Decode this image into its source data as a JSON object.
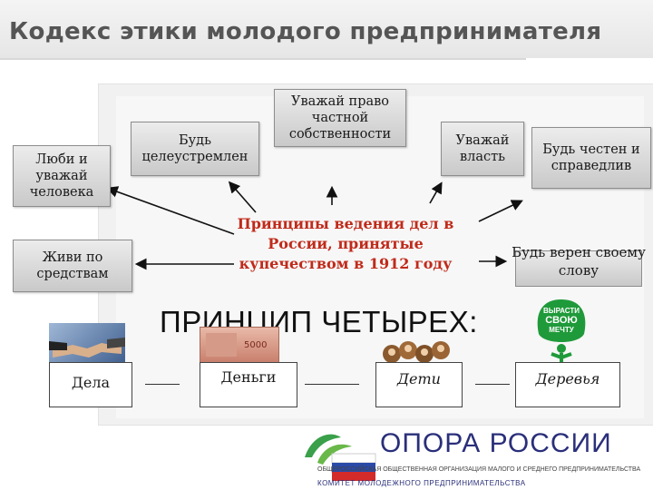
{
  "title": "Кодекс этики молодого предпринимателя",
  "principles": {
    "respect_person": "Люби и\nуважай\nчеловека",
    "purposeful": "Будь\nцелеустремлен",
    "property": "Уважай право\nчастной\nсобственности",
    "authority": "Уважай\nвласть",
    "honest": "Будь честен и\nсправедлив",
    "live_means": "Живи по\nсредствам",
    "word": "Будь верен своему\nслову"
  },
  "center_text": "Принципы ведения дел в\nРоссии, принятые\nкупечеством в 1912 году",
  "principle_heading": "ПРИНЦИП ЧЕТЫРЕХ:",
  "four": {
    "deals": "Дела",
    "money": "Деньги",
    "children": "Дети",
    "trees": "Деревья"
  },
  "dream_logo": [
    "ВЫРАСТИ",
    "СВОЮ",
    "МЕЧТУ"
  ],
  "logo": {
    "name": "ОПОРА РОССИИ",
    "line1": "ОБЩЕРОССИЙСКАЯ ОБЩЕСТВЕННАЯ ОРГАНИЗАЦИЯ МАЛОГО И СРЕДНЕГО ПРЕДПРИНИМАТЕЛЬСТВА",
    "line2": "КОМИТЕТ МОЛОДЕЖНОГО ПРЕДПРИНИМАТЕЛЬСТВА"
  },
  "colors": {
    "accent_red": "#c02a1a",
    "logo_blue": "#2a2f7a",
    "tree_green": "#1f9a3a"
  }
}
